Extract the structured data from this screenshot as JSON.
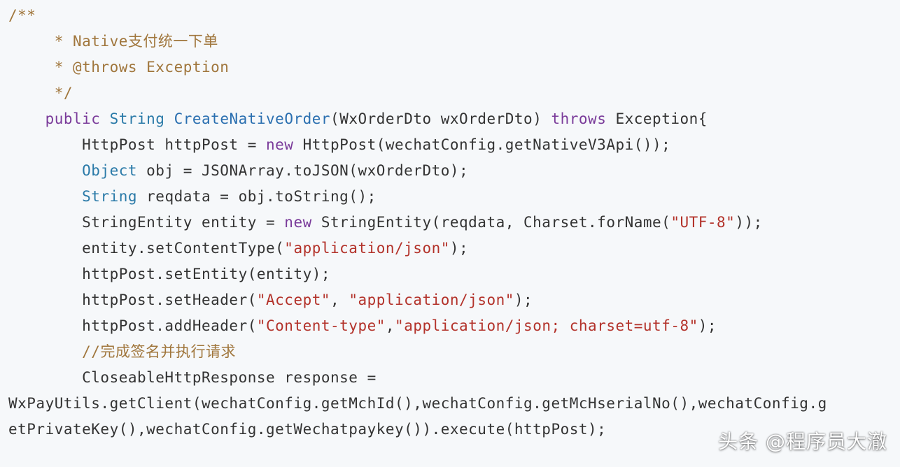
{
  "watermark": "头条 @程序员大澈",
  "colors": {
    "background": "#f6f8fa",
    "comment": "#a0763c",
    "keyword": "#7a3b9a",
    "type": "#2a7aa8",
    "method": "#2a6fb0",
    "string": "#b3322a",
    "plain": "#333333"
  },
  "lines": [
    {
      "tokens": [
        {
          "t": "/**",
          "c": "comment"
        }
      ]
    },
    {
      "tokens": [
        {
          "t": "     * Native支付统一下单",
          "c": "comment"
        }
      ]
    },
    {
      "tokens": [
        {
          "t": "     * @throws Exception",
          "c": "comment"
        }
      ]
    },
    {
      "tokens": [
        {
          "t": "     */",
          "c": "comment"
        }
      ]
    },
    {
      "tokens": [
        {
          "t": "    ",
          "c": "plain"
        },
        {
          "t": "public",
          "c": "keyword"
        },
        {
          "t": " ",
          "c": "plain"
        },
        {
          "t": "String",
          "c": "type"
        },
        {
          "t": " ",
          "c": "plain"
        },
        {
          "t": "CreateNativeOrder",
          "c": "method"
        },
        {
          "t": "(WxOrderDto wxOrderDto) ",
          "c": "plain"
        },
        {
          "t": "throws",
          "c": "keyword"
        },
        {
          "t": " Exception{",
          "c": "plain"
        }
      ]
    },
    {
      "tokens": [
        {
          "t": "        HttpPost httpPost = ",
          "c": "plain"
        },
        {
          "t": "new",
          "c": "keyword"
        },
        {
          "t": " HttpPost(wechatConfig.getNativeV3Api());",
          "c": "plain"
        }
      ]
    },
    {
      "tokens": [
        {
          "t": "        ",
          "c": "plain"
        },
        {
          "t": "Object",
          "c": "type"
        },
        {
          "t": " obj = JSONArray.toJSON(wxOrderDto);",
          "c": "plain"
        }
      ]
    },
    {
      "tokens": [
        {
          "t": "        ",
          "c": "plain"
        },
        {
          "t": "String",
          "c": "type"
        },
        {
          "t": " reqdata = obj.toString();",
          "c": "plain"
        }
      ]
    },
    {
      "tokens": [
        {
          "t": "        StringEntity entity = ",
          "c": "plain"
        },
        {
          "t": "new",
          "c": "keyword"
        },
        {
          "t": " StringEntity(reqdata, Charset.forName(",
          "c": "plain"
        },
        {
          "t": "\"UTF-8\"",
          "c": "string"
        },
        {
          "t": "));",
          "c": "plain"
        }
      ]
    },
    {
      "tokens": [
        {
          "t": "        entity.setContentType(",
          "c": "plain"
        },
        {
          "t": "\"application/json\"",
          "c": "string"
        },
        {
          "t": ");",
          "c": "plain"
        }
      ]
    },
    {
      "tokens": [
        {
          "t": "        httpPost.setEntity(entity);",
          "c": "plain"
        }
      ]
    },
    {
      "tokens": [
        {
          "t": "        httpPost.setHeader(",
          "c": "plain"
        },
        {
          "t": "\"Accept\"",
          "c": "string"
        },
        {
          "t": ", ",
          "c": "plain"
        },
        {
          "t": "\"application/json\"",
          "c": "string"
        },
        {
          "t": ");",
          "c": "plain"
        }
      ]
    },
    {
      "tokens": [
        {
          "t": "        httpPost.addHeader(",
          "c": "plain"
        },
        {
          "t": "\"Content-type\"",
          "c": "string"
        },
        {
          "t": ",",
          "c": "plain"
        },
        {
          "t": "\"application/json; charset=utf-8\"",
          "c": "string"
        },
        {
          "t": ");",
          "c": "plain"
        }
      ]
    },
    {
      "tokens": [
        {
          "t": "        ",
          "c": "plain"
        },
        {
          "t": "//完成签名并执行请求",
          "c": "comment"
        }
      ]
    },
    {
      "tokens": [
        {
          "t": "        CloseableHttpResponse response =",
          "c": "plain"
        }
      ]
    },
    {
      "tokens": [
        {
          "t": "WxPayUtils.getClient(wechatConfig.getMchId(),wechatConfig.getMcHserialNo(),wechatConfig.g",
          "c": "plain"
        }
      ]
    },
    {
      "tokens": [
        {
          "t": "etPrivateKey(),wechatConfig.getWechatpaykey()).execute(httpPost);",
          "c": "plain"
        }
      ]
    }
  ]
}
